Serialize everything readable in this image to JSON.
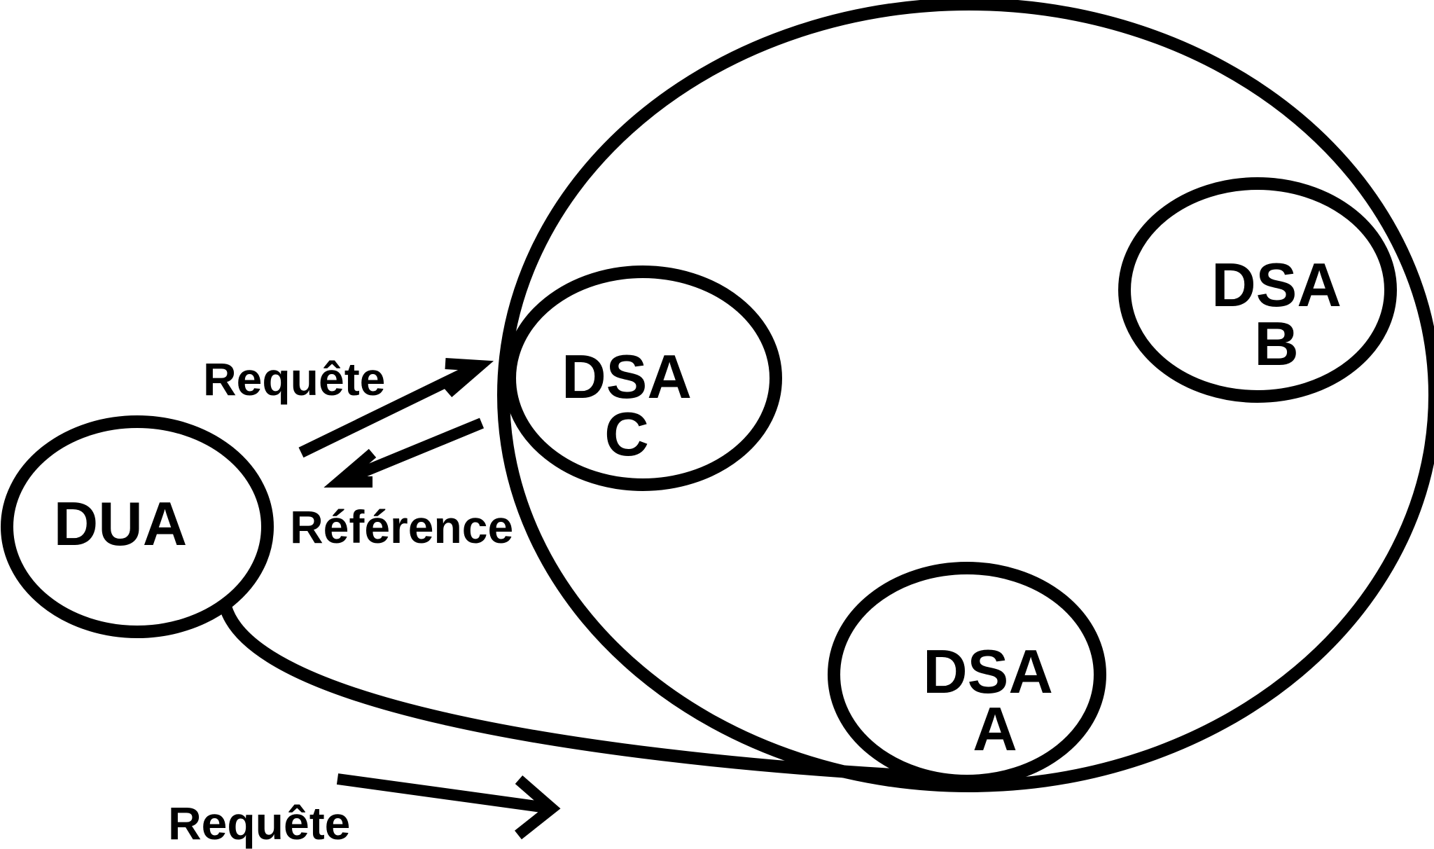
{
  "nodes": {
    "dua": {
      "label": "DUA"
    },
    "dsa_c": {
      "line1": "DSA",
      "line2": "C"
    },
    "dsa_b": {
      "line1": "DSA",
      "line2": "B"
    },
    "dsa_a": {
      "line1": "DSA",
      "line2": "A"
    }
  },
  "edges": {
    "request_top": "Requête",
    "reference": "Référence",
    "request_bottom": "Requête"
  },
  "colors": {
    "stroke": "#000000",
    "background": "#ffffff"
  }
}
